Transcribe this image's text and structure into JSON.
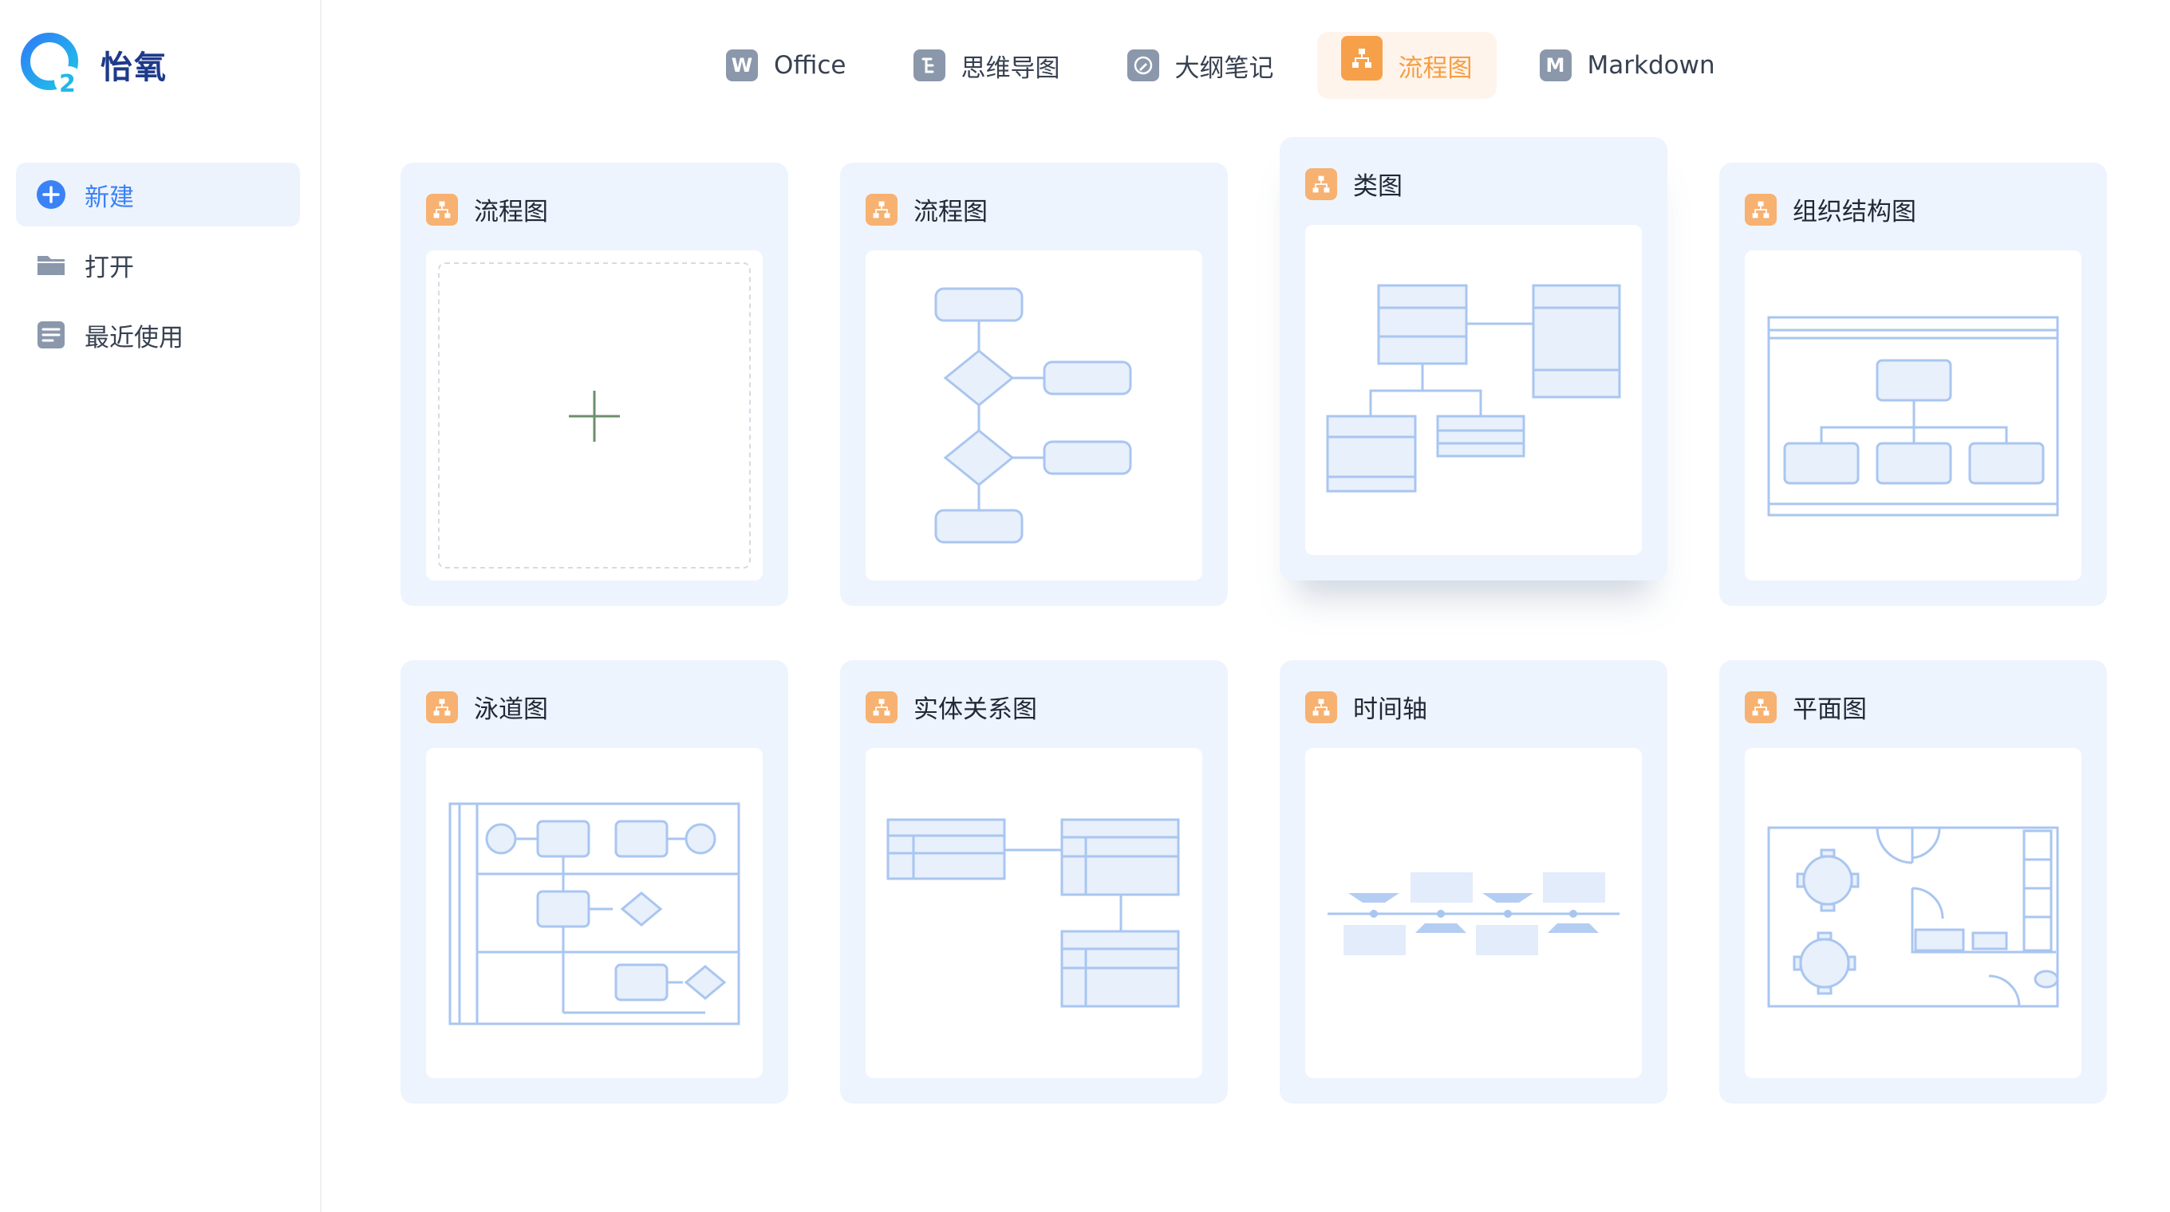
{
  "app": {
    "name": "怡氧"
  },
  "sidebar": {
    "items": [
      {
        "label": "新建",
        "icon": "plus-circle-icon"
      },
      {
        "label": "打开",
        "icon": "folder-icon"
      },
      {
        "label": "最近使用",
        "icon": "recent-list-icon"
      }
    ]
  },
  "tabs": [
    {
      "label": "Office",
      "icon": "W"
    },
    {
      "label": "思维导图",
      "icon": "mindmap-icon"
    },
    {
      "label": "大纲笔记",
      "icon": "outline-pen-icon"
    },
    {
      "label": "流程图",
      "icon": "flowchart-icon",
      "active": true
    },
    {
      "label": "Markdown",
      "icon": "M"
    }
  ],
  "cards": [
    {
      "title": "流程图",
      "preview": "blank-new"
    },
    {
      "title": "流程图",
      "preview": "flowchart"
    },
    {
      "title": "类图",
      "preview": "class-diagram"
    },
    {
      "title": "组织结构图",
      "preview": "org-chart"
    },
    {
      "title": "泳道图",
      "preview": "swimlane"
    },
    {
      "title": "实体关系图",
      "preview": "er-diagram"
    },
    {
      "title": "时间轴",
      "preview": "timeline"
    },
    {
      "title": "平面图",
      "preview": "floor-plan"
    }
  ],
  "colors": {
    "accent": "#3b82f6",
    "active_tab": "#f59e42",
    "card_bg": "#eef4fd",
    "diagram_stroke": "#a9c6f0"
  }
}
